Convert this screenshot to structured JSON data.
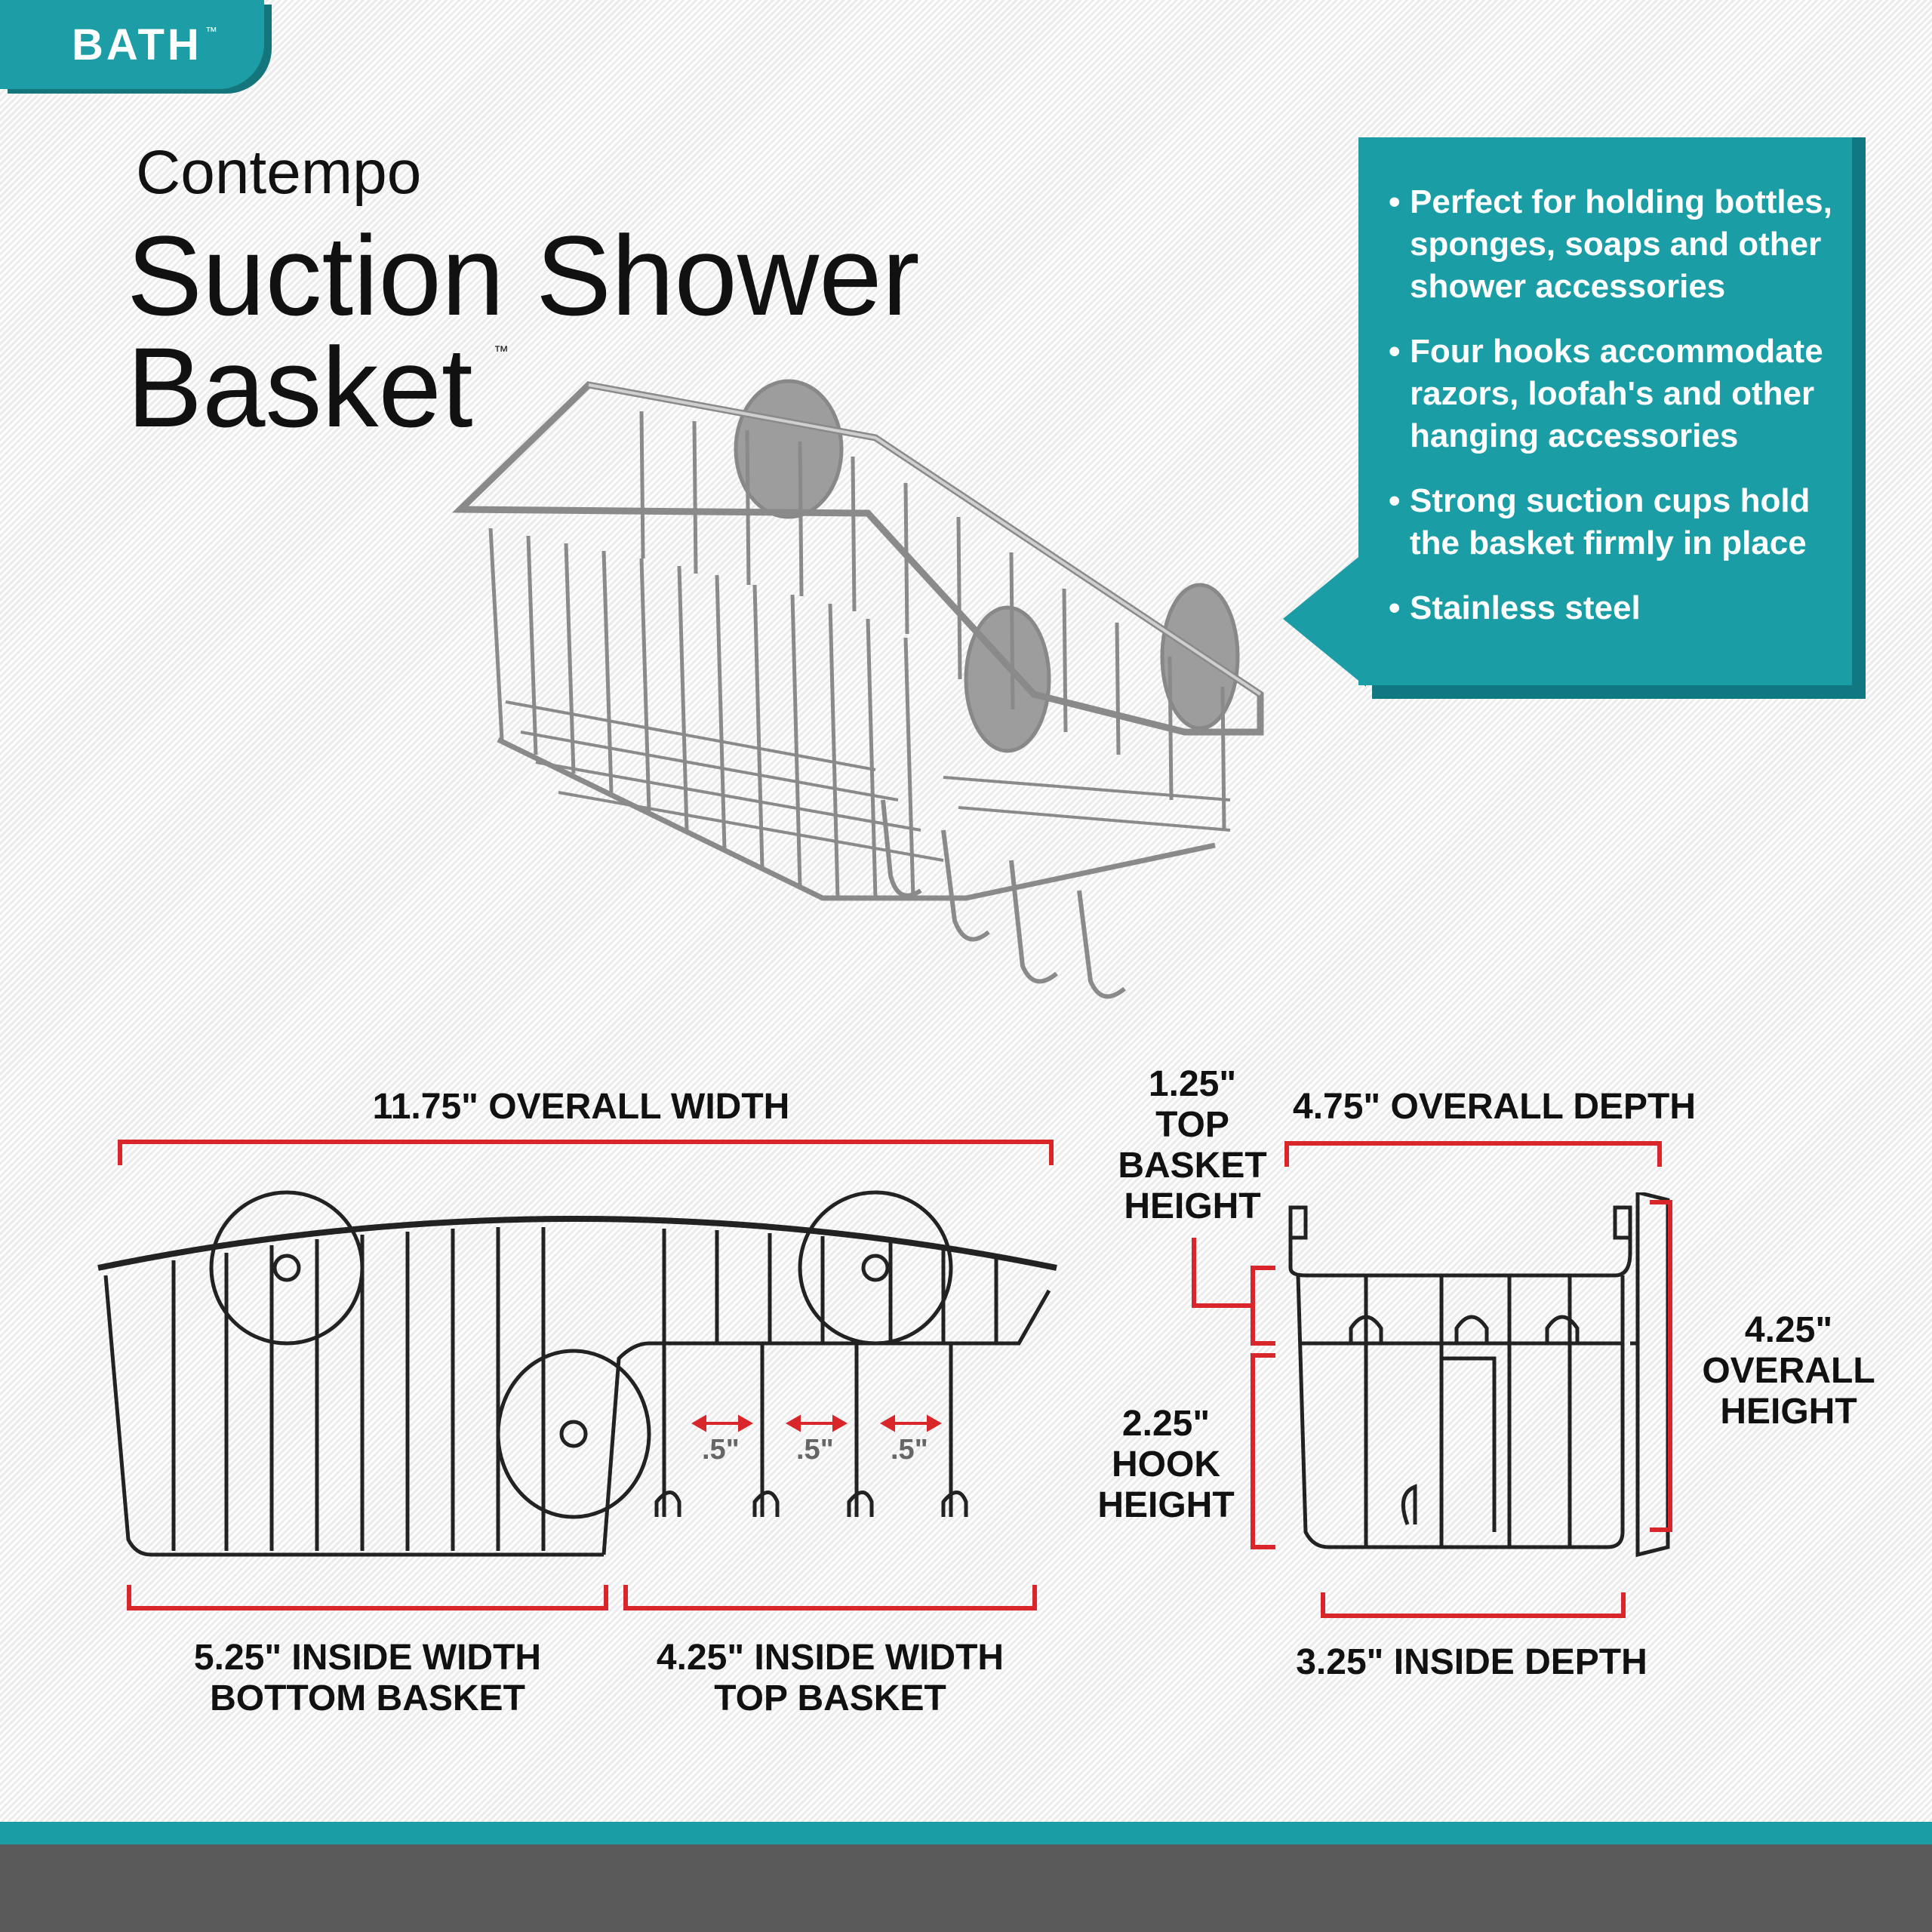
{
  "badge": {
    "label": "BATH",
    "tm": "™"
  },
  "title": {
    "brand": "Contempo",
    "line1": "Suction Shower",
    "line2": "Basket",
    "tm": "™"
  },
  "features": [
    "Perfect for holding bottles, sponges, soaps and other shower accessories",
    "Four hooks accommodate razors, loofah's and other hanging accessories",
    "Strong suction cups hold the basket firmly in place",
    "Stainless steel"
  ],
  "dimensions": {
    "overall_width": "11.75\" OVERALL WIDTH",
    "inside_width_bottom_1": "5.25\" INSIDE WIDTH",
    "inside_width_bottom_2": "BOTTOM BASKET",
    "inside_width_top_1": "4.25\" INSIDE WIDTH",
    "inside_width_top_2": "TOP BASKET",
    "hook_spacing": ".5\"",
    "top_basket_height_1": "1.25\"",
    "top_basket_height_2": "TOP",
    "top_basket_height_3": "BASKET",
    "top_basket_height_4": "HEIGHT",
    "overall_depth": "4.75\" OVERALL DEPTH",
    "hook_height_1": "2.25\"",
    "hook_height_2": "HOOK",
    "hook_height_3": "HEIGHT",
    "overall_height_1": "4.25\"",
    "overall_height_2": "OVERALL",
    "overall_height_3": "HEIGHT",
    "inside_depth": "3.25\" INSIDE DEPTH"
  },
  "colors": {
    "teal": "#1a9da5",
    "teal_dark": "#0f7880",
    "dimension_red": "#d9262b",
    "footer_gray": "#5a5a5a"
  }
}
